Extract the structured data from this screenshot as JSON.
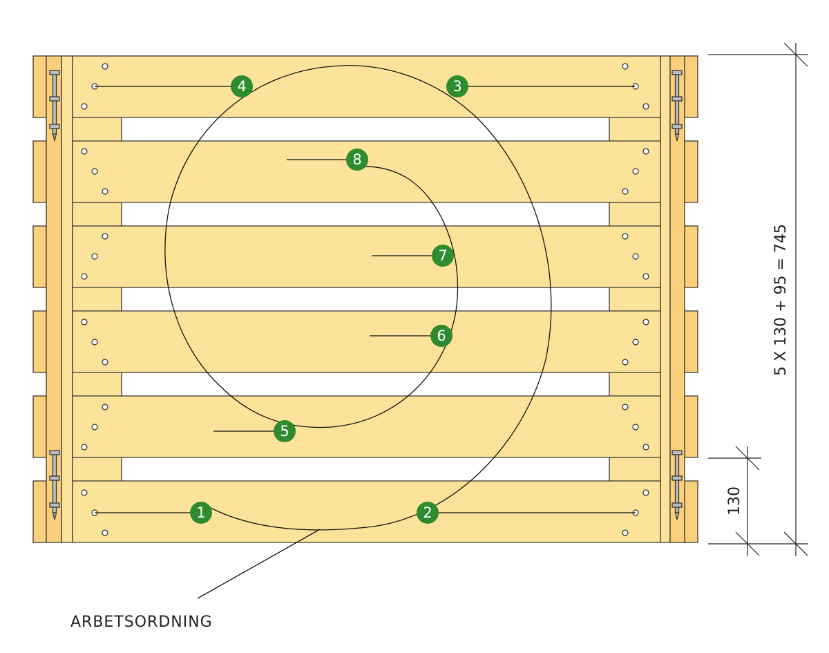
{
  "colors": {
    "board": "#fde39a",
    "frame": "#fbd07c",
    "outline": "#2b2b2b",
    "badge": "#2e8b2e",
    "badge_text": "#ffffff",
    "hinge": "#bdbdbd"
  },
  "labels": {
    "caption": "ARBETSORDNING",
    "dim_total": "5 X 130 + 95 = 745",
    "dim_board": "130"
  },
  "steps": [
    {
      "number": "1"
    },
    {
      "number": "2"
    },
    {
      "number": "3"
    },
    {
      "number": "4"
    },
    {
      "number": "5"
    },
    {
      "number": "6"
    },
    {
      "number": "7"
    },
    {
      "number": "8"
    }
  ]
}
